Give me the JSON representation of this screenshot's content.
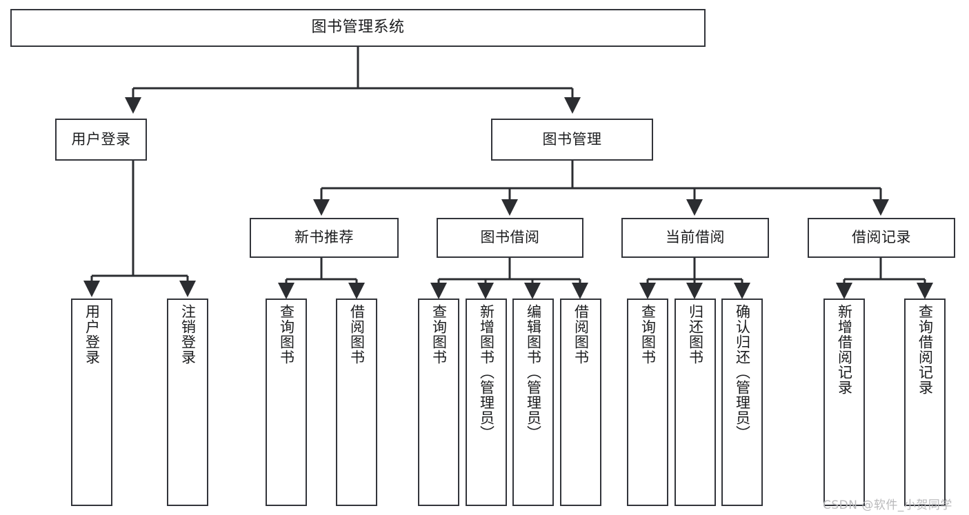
{
  "diagram": {
    "title": "图书管理系统",
    "type": "function-structure-tree",
    "colors": {
      "box_border": "#32343a",
      "box_fill": "#ffffff",
      "connector": "#2b2d31",
      "text": "#1b1c1e",
      "watermark": "#b9b9bb",
      "background": "#ffffff"
    },
    "levels": {
      "root": {
        "label": "图书管理系统"
      },
      "level2": [
        {
          "id": "user-login",
          "label": "用户登录"
        },
        {
          "id": "book-management",
          "label": "图书管理"
        }
      ],
      "level3": [
        {
          "id": "new-book-recommend",
          "label": "新书推荐",
          "parent": "book-management"
        },
        {
          "id": "book-borrow",
          "label": "图书借阅",
          "parent": "book-management"
        },
        {
          "id": "current-borrow",
          "label": "当前借阅",
          "parent": "book-management"
        },
        {
          "id": "borrow-record",
          "label": "借阅记录",
          "parent": "book-management"
        }
      ],
      "leaves": [
        {
          "id": "leaf-user-login",
          "label": "用户登录",
          "parent": "user-login"
        },
        {
          "id": "leaf-logout-login",
          "label": "注销登录",
          "parent": "user-login"
        },
        {
          "id": "leaf-query-book-1",
          "label": "查询图书",
          "parent": "new-book-recommend"
        },
        {
          "id": "leaf-borrow-book-1",
          "label": "借阅图书",
          "parent": "new-book-recommend"
        },
        {
          "id": "leaf-query-book-2",
          "label": "查询图书",
          "parent": "book-borrow"
        },
        {
          "id": "leaf-add-book",
          "label": "新增图书（管理员）",
          "parent": "book-borrow"
        },
        {
          "id": "leaf-edit-book",
          "label": "编辑图书（管理员）",
          "parent": "book-borrow"
        },
        {
          "id": "leaf-borrow-book-2",
          "label": "借阅图书",
          "parent": "book-borrow"
        },
        {
          "id": "leaf-query-book-3",
          "label": "查询图书",
          "parent": "current-borrow"
        },
        {
          "id": "leaf-return-book",
          "label": "归还图书",
          "parent": "current-borrow"
        },
        {
          "id": "leaf-confirm-return",
          "label": "确认归还（管理员）",
          "parent": "current-borrow"
        },
        {
          "id": "leaf-add-record",
          "label": "新增借阅记录",
          "parent": "borrow-record"
        },
        {
          "id": "leaf-query-record",
          "label": "查询借阅记录",
          "parent": "borrow-record"
        }
      ]
    }
  },
  "watermark": {
    "text": "CSDN @软件_小贺同学"
  }
}
